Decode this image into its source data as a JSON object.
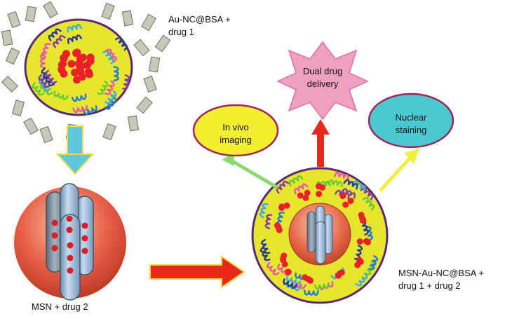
{
  "labels": {
    "au_nc_bsa_line1": "Au-NC@BSA +",
    "au_nc_bsa_line2": "drug 1",
    "msn_drug2": "MSN + drug 2",
    "msn_au_line1": "MSN-Au-NC@BSA +",
    "msn_au_line2": "drug 1 + drug 2",
    "dual_line1": "Dual drug",
    "dual_line2": "delivery",
    "vivo_line1": "In vivo",
    "vivo_line2": "imaging",
    "nuclear_line1": "Nuclear",
    "nuclear_line2": "staining"
  },
  "colors": {
    "sphere_fill": "#e6e62e",
    "sphere_edge": "#5a2a78",
    "drug_red": "#e8202a",
    "drug2_bar": "#b8b8a8",
    "msn_sphere": "#e86048",
    "pore_cylinder": "#9ab8d8",
    "arrow_cyan": "#5ec8e0",
    "arrow_red": "#e82818",
    "arrow_green": "#8cd870",
    "arrow_yellow": "#f0ee40",
    "star_pink": "#f0a0c0",
    "oval_yellow": "#f2ef30",
    "oval_teal": "#4cc8d0",
    "oval_edge": "#a0245a"
  }
}
